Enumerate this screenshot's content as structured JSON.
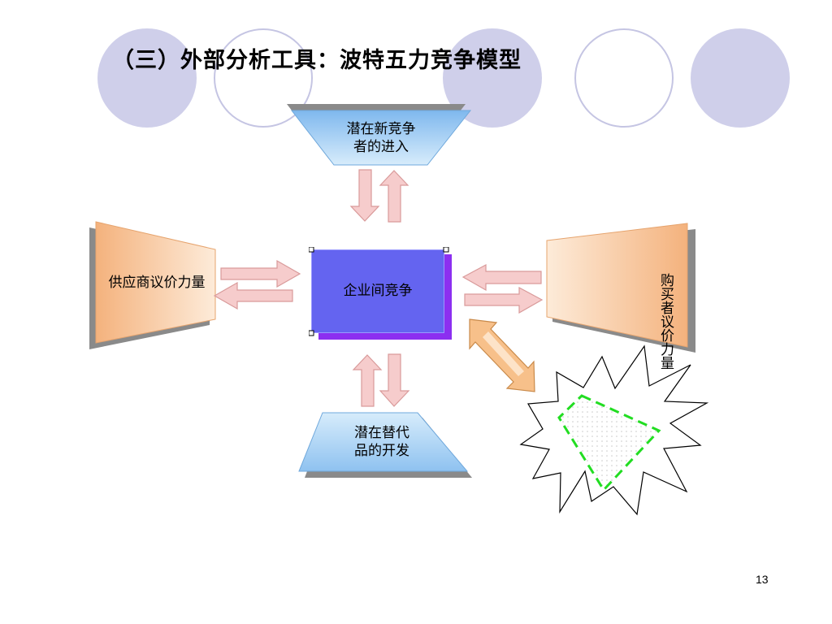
{
  "title": "（三）外部分析工具：波特五力竞争模型",
  "page_number": "13",
  "forces": {
    "new_entrants": [
      "潜在新竞争",
      "者的进入"
    ],
    "substitutes": [
      "潜在替代",
      "品的开发"
    ],
    "suppliers": "供应商议价力量",
    "buyers": "购买者议价力量",
    "rivalry": "企业间竞争"
  },
  "colors": {
    "circle_fill": "#cfcfea",
    "center_box": "#6464f0",
    "center_shadow": "#8c2ff0",
    "blue_trapezoid": "#9fd0f5",
    "orange_trapezoid": "#f7c59a",
    "arrow_pink": "#f6cccc",
    "arrow_orange": "#f7c08a",
    "dashed_green": "#22dd22"
  }
}
